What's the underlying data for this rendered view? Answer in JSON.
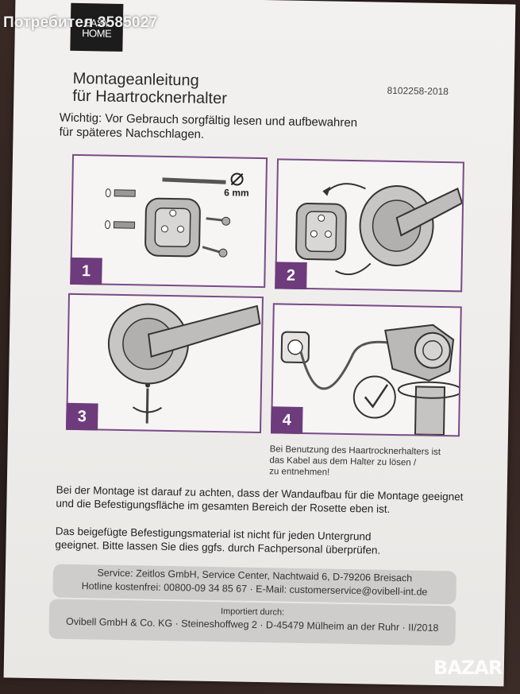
{
  "watermark": "Потребител 3585027",
  "logo": {
    "line1": "EASY",
    "line2": "HOME"
  },
  "title": {
    "line1": "Montageanleitung",
    "line2": "für Haartrocknerhalter"
  },
  "doc_number": "8102258-2018",
  "warning": {
    "line1": "Wichtig: Vor Gebrauch sorgfältig lesen und aufbewahren",
    "line2": "für späteres Nachschlagen."
  },
  "steps": [
    {
      "number": "1",
      "drill_size": "6 mm"
    },
    {
      "number": "2"
    },
    {
      "number": "3"
    },
    {
      "number": "4"
    }
  ],
  "step4_note": {
    "line1": "Bei Benutzung des Haartrocknerhalters ist",
    "line2": "das Kabel aus dem Halter zu lösen /",
    "line3": "zu entnehmen!"
  },
  "paragraph1": {
    "line1": "Bei der Montage ist darauf zu achten, dass der Wandaufbau für die Montage geeignet",
    "line2": "und die Befestigungsfläche im gesamten Bereich der Rosette eben ist."
  },
  "paragraph2": {
    "line1": "Das beigefügte Befestigungsmaterial ist nicht für jeden Untergrund",
    "line2": "geeignet. Bitte lassen Sie dies ggfs. durch Fachpersonal überprüfen."
  },
  "service": {
    "line1": "Service: Zeitlos GmbH, Service Center, Nachtwaid 6, D-79206 Breisach",
    "line2": "Hotline kostenfrei: 00800-09 34 85 67 · E-Mail: customerservice@ovibell-int.de"
  },
  "importer": {
    "label": "Importiert durch:",
    "line": "Ovibell GmbH & Co. KG · Steineshoffweg 2 · D-45479 Mülheim an der Ruhr · II/2018"
  },
  "site_logo": "BAZAR",
  "colors": {
    "accent": "#6e3b7c",
    "paper": "#f1efed",
    "band": "#cfcdcb"
  }
}
